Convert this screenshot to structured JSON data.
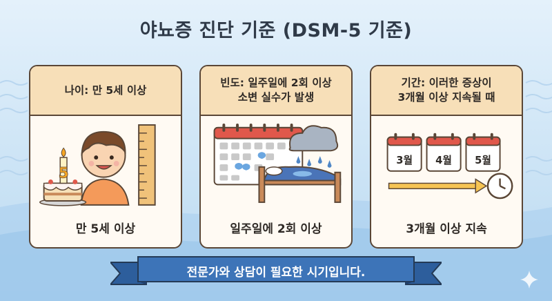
{
  "title": "야뇨증 진단 기준 (DSM-5 기준)",
  "cards": [
    {
      "header_lines": [
        "나이: 만 5세 이상"
      ],
      "footer": "만 5세 이상",
      "candle_number": "5"
    },
    {
      "header_lines": [
        "빈도: 일주일에 2회 이상",
        "소변 실수가 발생"
      ],
      "footer": "일주일에 2회 이상"
    },
    {
      "header_lines": [
        "기간: 이러한 증상이",
        "3개월 이상 지속될 때"
      ],
      "footer": "3개월 이상 지속",
      "months": [
        "3월",
        "4월",
        "5월"
      ]
    }
  ],
  "banner": "전문가와 상담이 필요한 시기입니다.",
  "colors": {
    "background": "#cfe6f7",
    "card_header": "#f7dfb8",
    "card_body": "#fffaf3",
    "card_border": "#5a4636",
    "banner": "#3d74b8",
    "calendar_red": "#e0584b"
  }
}
